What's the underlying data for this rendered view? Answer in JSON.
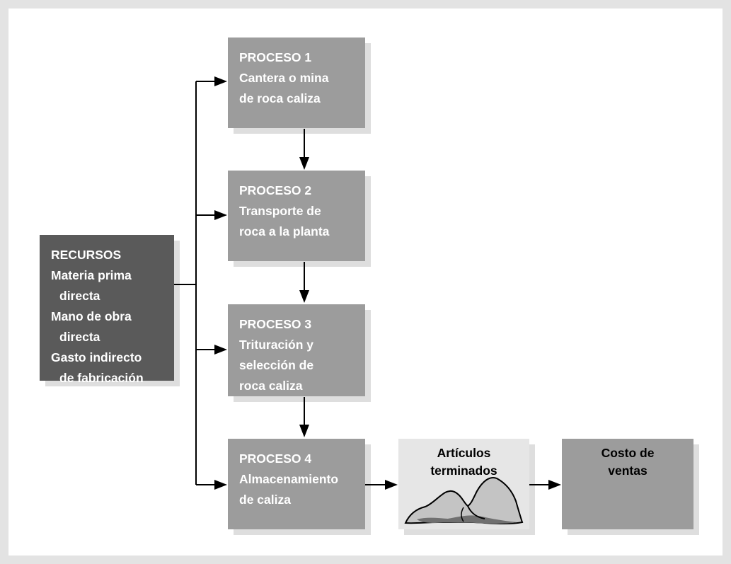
{
  "resources": {
    "lines": [
      "RECURSOS",
      "Materia prima",
      "directa",
      "Mano de obra",
      "directa",
      "Gasto indirecto",
      "de fabricación"
    ]
  },
  "processes": [
    {
      "lines": [
        "PROCESO 1",
        "Cantera o mina",
        "de roca caliza"
      ]
    },
    {
      "lines": [
        "PROCESO 2",
        "Transporte de",
        "roca a la planta"
      ]
    },
    {
      "lines": [
        "PROCESO 3",
        "Trituración y",
        "selección de",
        "roca caliza"
      ]
    },
    {
      "lines": [
        "PROCESO 4",
        "Almacenamiento",
        "de caliza"
      ]
    }
  ],
  "finished_goods": {
    "lines": [
      "Artículos",
      "terminados"
    ],
    "icon": "rock-pile-icon"
  },
  "cost_of_sales": {
    "lines": [
      "Costo de",
      "ventas"
    ]
  },
  "colors": {
    "resources_box": "#5a5a5a",
    "process_box": "#9c9c9c",
    "finished_goods_box": "#e6e6e6",
    "background": "#e3e3e3",
    "arrow": "#000000"
  }
}
